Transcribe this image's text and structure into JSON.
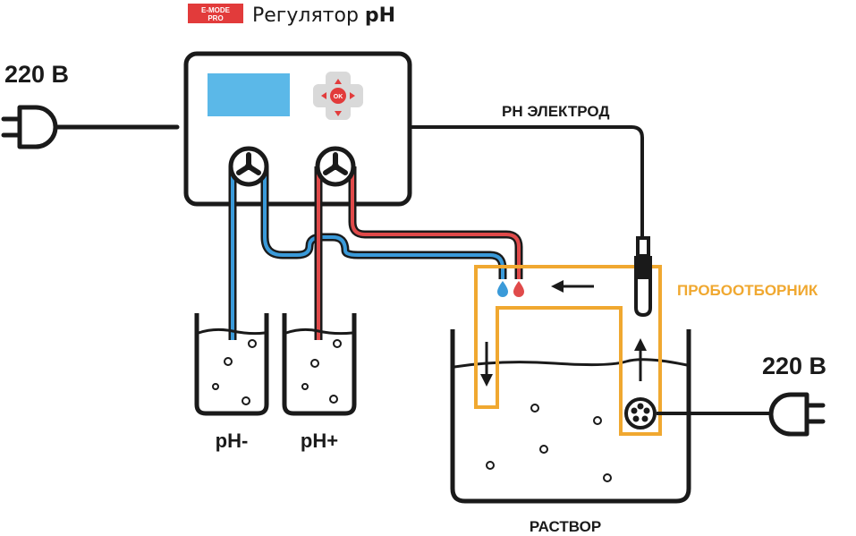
{
  "header": {
    "logo_text": "E-MODE PRO",
    "title_regular": "Регулятор ",
    "title_bold": "pH"
  },
  "labels": {
    "power_left": "220 В",
    "power_right": "220 В",
    "electrode": "PH ЭЛЕКТРОД",
    "sampler": "ПРОБООТБОРНИК",
    "solution": "РАСТВОР",
    "ph_minus": "pH-",
    "ph_plus": "pH+"
  },
  "controller": {
    "ok_label": "OK"
  },
  "colors": {
    "outline": "#1a1a1a",
    "screen": "#5bb8e8",
    "keypad": "#d9d9d9",
    "accent_red": "#e23b3b",
    "acid_blue": "#3a9ad9",
    "base_red": "#e04a4a",
    "sampler_orange": "#f0a830"
  },
  "icons": {
    "logo": "brand-logo",
    "plug_left": "power-plug-icon",
    "plug_right": "power-plug-icon",
    "pump": "peristaltic-pump-icon",
    "circulation_pump": "circulation-pump-icon",
    "drop_blue": "drop-icon",
    "drop_red": "drop-icon",
    "flow_arrow": "arrow-icon"
  }
}
